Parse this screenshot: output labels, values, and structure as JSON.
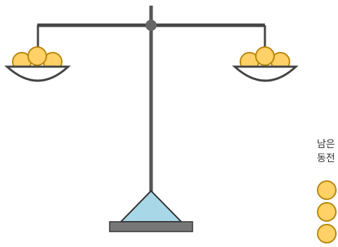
{
  "remaining": {
    "label": "남은\n동전"
  },
  "colors": {
    "beam": "#444444",
    "pivot": "#666666",
    "stand": "#555555",
    "base_triangle": "#a8d8e8",
    "base_plate": "#777777",
    "coin_fill": "#ffd166",
    "coin_stroke": "#b8860b"
  },
  "pans": {
    "left": {
      "coin_count": 3
    },
    "right": {
      "coin_count": 3
    }
  },
  "remaining_coins": {
    "count": 3
  }
}
